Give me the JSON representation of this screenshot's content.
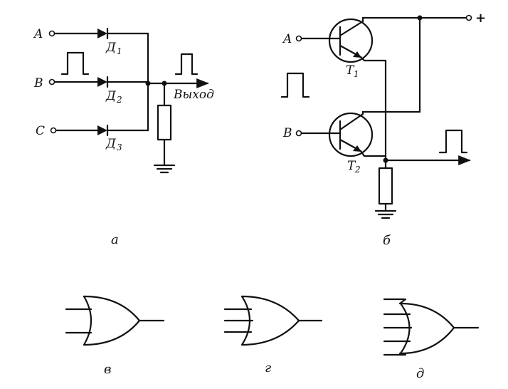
{
  "circuit_a": {
    "inputs": [
      "A",
      "B",
      "C"
    ],
    "diodes": [
      {
        "letter": "Д",
        "sub": "1"
      },
      {
        "letter": "Д",
        "sub": "2"
      },
      {
        "letter": "Д",
        "sub": "3"
      }
    ],
    "output_label": "Выход",
    "caption": "а"
  },
  "circuit_b": {
    "inputs": [
      "A",
      "B"
    ],
    "transistors": [
      {
        "letter": "T",
        "sub": "1"
      },
      {
        "letter": "T",
        "sub": "2"
      }
    ],
    "supply_label": "+",
    "caption": "б"
  },
  "gates": [
    {
      "caption": "в",
      "input_count": 2
    },
    {
      "caption": "г",
      "input_count": 3
    },
    {
      "caption": "д",
      "input_count": 5
    }
  ]
}
